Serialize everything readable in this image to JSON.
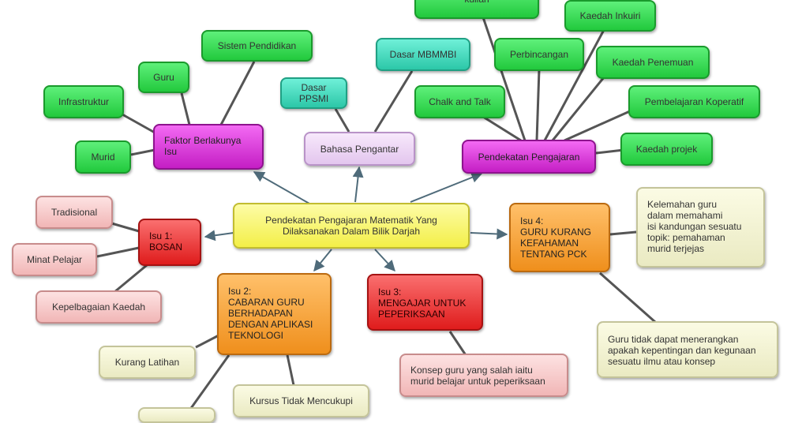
{
  "center": "Pendekatan Pengajaran Matematik Yang\nDilaksanakan Dalam Bilik Darjah",
  "faktor": {
    "title": "Faktor Berlakunya\nIsu",
    "items": [
      "Sistem Pendidikan",
      "Guru",
      "Infrastruktur",
      "Murid"
    ]
  },
  "bahasa": {
    "title": "Bahasa Pengantar",
    "items": [
      "Dasar PPSMI",
      "Dasar MBMMBI"
    ]
  },
  "pendekatan": {
    "title": "Pendekatan Pengajaran",
    "items": [
      "kuliah",
      "Kaedah Inkuiri",
      "Perbincangan",
      "Kaedah Penemuan",
      "Chalk and Talk",
      "Pembelajaran Koperatif",
      "Kaedah projek"
    ]
  },
  "isu1": {
    "title": "Isu 1:\nBOSAN",
    "items": [
      "Tradisional",
      "Minat Pelajar",
      "Kepelbagaian Kaedah"
    ]
  },
  "isu2": {
    "title": "Isu 2:\nCABARAN GURU\nBERHADAPAN\nDENGAN APLIKASI\nTEKNOLOGI",
    "items": [
      "Kurang Latihan",
      "Kursus Tidak Mencukupi"
    ]
  },
  "isu3": {
    "title": "Isu 3:\nMENGAJAR UNTUK\nPEPERIKSAAN",
    "items": [
      "Konsep guru yang salah iaitu\nmurid belajar untuk peperiksaan"
    ]
  },
  "isu4": {
    "title": "Isu 4:\nGURU KURANG\nKEFAHAMAN\nTENTANG PCK",
    "items": [
      "Kelemahan guru\ndalam memahami\nisi kandungan sesuatu\ntopik: pemahaman\nmurid terjejas",
      "Guru tidak dapat menerangkan\napakah kepentingan dan kegunaan\nsesuatu ilmu atau konsep"
    ]
  }
}
